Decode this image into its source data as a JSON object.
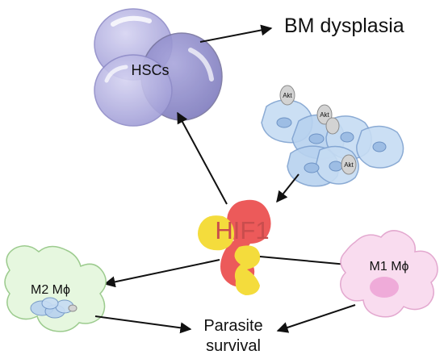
{
  "labels": {
    "hscs": "HSCs",
    "bm_dysplasia": "BM dysplasia",
    "hif1": "HIF1",
    "m2": "M2 Mϕ",
    "m1": "M1 Mϕ",
    "parasite_line1": "Parasite",
    "parasite_line2": "survival",
    "akt": "Akt"
  },
  "colors": {
    "hsc_fill": "#b3b1e0",
    "hsc_dark": "#8f8cc9",
    "hif1_red": "#ec5a5a",
    "hif1_yellow": "#f4dc3c",
    "m2_fill": "#e6f7df",
    "m2_stroke": "#9ccb8e",
    "m1_fill": "#f9dcef",
    "m1_stroke": "#e3a8cf",
    "m1_nucleus": "#ec9fd3",
    "cluster_fill": "#c6dcf3",
    "cluster_stroke": "#7fa2d0",
    "akt_fill": "#d3d3d3",
    "arrow": "#111111"
  }
}
